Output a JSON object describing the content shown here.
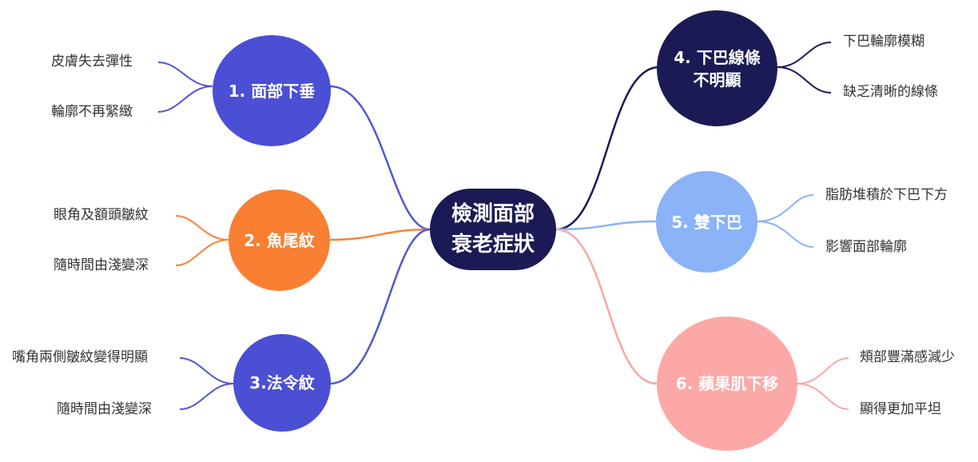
{
  "center": {
    "label": "檢測面部\n衰老症狀",
    "color": "#1b1a54"
  },
  "branches": [
    {
      "id": "b1",
      "label": "1. 面部下垂",
      "color": "#4a4fd4",
      "line": "#5457cf",
      "leaves": [
        "皮膚失去彈性",
        "輪廓不再緊緻"
      ]
    },
    {
      "id": "b2",
      "label": "2. 魚尾紋",
      "color": "#f97f32",
      "line": "#f58437",
      "leaves": [
        "眼角及額頭皺紋",
        "隨時間由淺變深"
      ]
    },
    {
      "id": "b3",
      "label": "3.法令紋",
      "color": "#4a4fd4",
      "line": "#5457cf",
      "leaves": [
        "嘴角兩側皺紋變得明顯",
        "隨時間由淺變深"
      ]
    },
    {
      "id": "b4",
      "label": "4. 下巴線條\n不明顯",
      "color": "#1b1a54",
      "line": "#1b1a54",
      "leaves": [
        "下巴輪廓模糊",
        "缺乏清晰的線條"
      ]
    },
    {
      "id": "b5",
      "label": "5. 雙下巴",
      "color": "#8ab3f8",
      "line": "#8ab3f8",
      "leaves": [
        "脂肪堆積於下巴下方",
        "影響面部輪廓"
      ]
    },
    {
      "id": "b6",
      "label": "6. 蘋果肌下移",
      "color": "#fba8a7",
      "line": "#f7a7a6",
      "leaves": [
        "頰部豐滿感減少",
        "顯得更加平坦"
      ]
    }
  ]
}
